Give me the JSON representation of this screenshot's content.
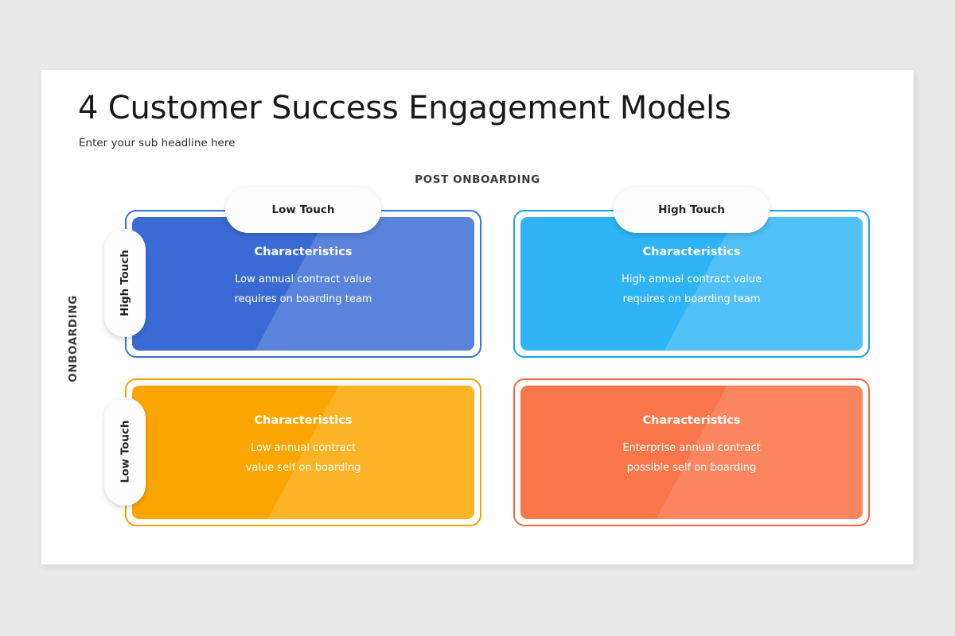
{
  "slide": {
    "title": "4 Customer Success Engagement Models",
    "subtitle": "Enter your sub headline here",
    "axis": {
      "top_label": "POST ONBOARDING",
      "side_label": "ONBOARDING"
    },
    "column_headers": [
      {
        "label": "Low Touch"
      },
      {
        "label": "High Touch"
      }
    ],
    "row_headers": [
      {
        "label": "High Touch"
      },
      {
        "label": "Low Touch"
      }
    ],
    "cards": [
      {
        "heading": "Characteristics",
        "line1": "Low annual contract value",
        "line2": "requires on boarding team",
        "color": "#3a6bd4",
        "border_color": "#3a6fd8"
      },
      {
        "heading": "Characteristics",
        "line1": "High annual contract value",
        "line2": "requires on boarding team",
        "color": "#2eb3f5",
        "border_color": "#16a4f0"
      },
      {
        "heading": "Characteristics",
        "line1": "Low annual contract",
        "line2": "value self on boarding",
        "color": "#fba600",
        "border_color": "#f0a400"
      },
      {
        "heading": "Characteristics",
        "line1": "Enterprise annual contract",
        "line2": "possible self on boarding",
        "color": "#f9764a",
        "border_color": "#f2663a"
      }
    ]
  }
}
